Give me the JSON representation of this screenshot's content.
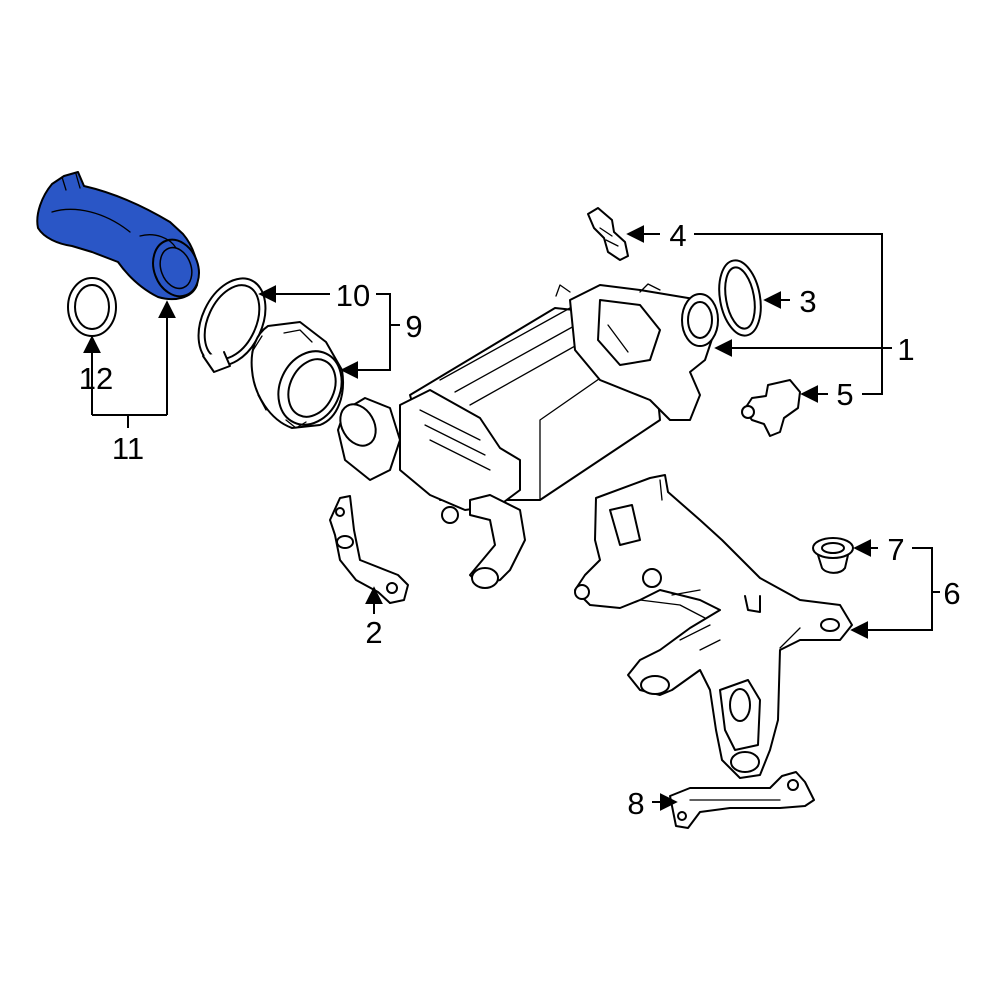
{
  "diagram": {
    "highlight_color": "#2a56c6",
    "callouts": {
      "c1": "1",
      "c2": "2",
      "c3": "3",
      "c4": "4",
      "c5": "5",
      "c6": "6",
      "c7": "7",
      "c8": "8",
      "c9": "9",
      "c10": "10",
      "c11": "11",
      "c12": "12"
    }
  }
}
